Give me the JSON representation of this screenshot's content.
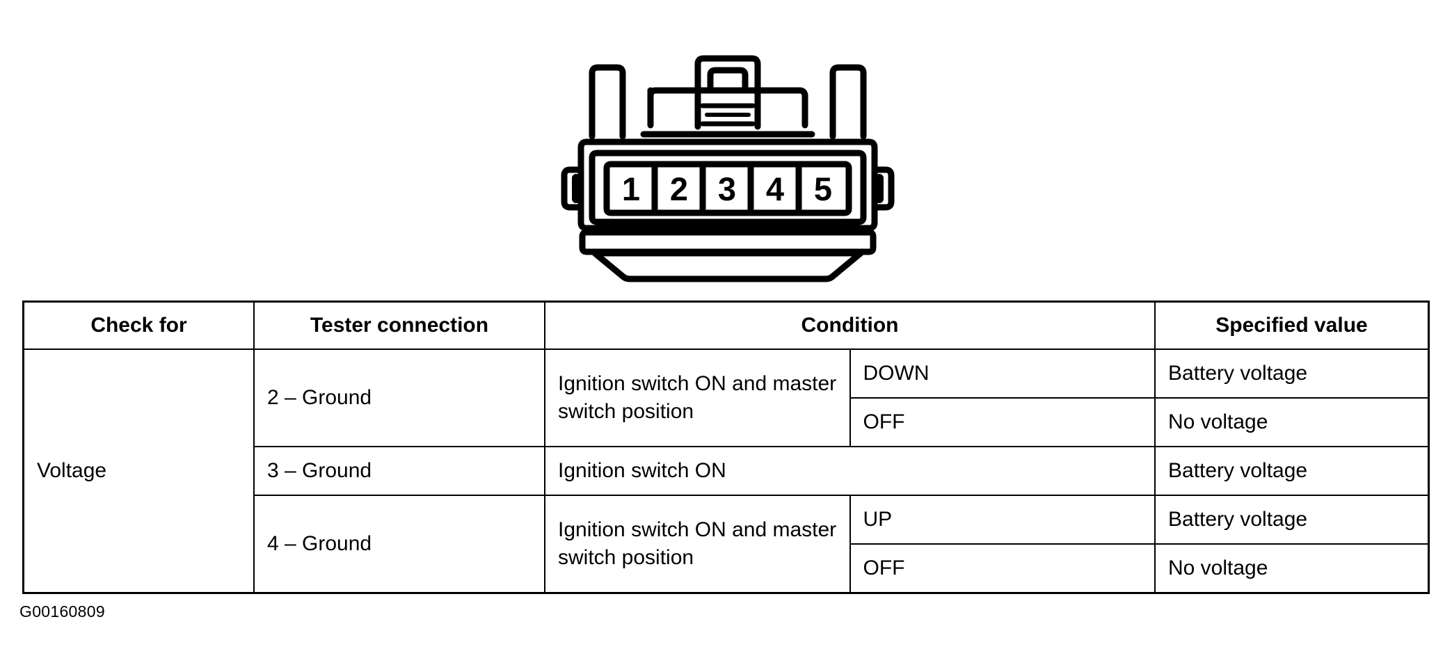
{
  "figure": {
    "name": "5-pin electrical connector terminal view",
    "pins": [
      "1",
      "2",
      "3",
      "4",
      "5"
    ],
    "code": "G00160809"
  },
  "table": {
    "headers": {
      "check_for": "Check for",
      "tester_connection": "Tester connection",
      "condition": "Condition",
      "specified_value": "Specified value"
    },
    "check_for_value": "Voltage",
    "rows": [
      {
        "tester_connection": "2  –  Ground",
        "condition_main": "Ignition switch ON and master switch position",
        "sub_rows": [
          {
            "condition_sub": "DOWN",
            "specified_value": "Battery voltage"
          },
          {
            "condition_sub": "OFF",
            "specified_value": "No voltage"
          }
        ]
      },
      {
        "tester_connection": "3  –  Ground",
        "condition_main": "Ignition switch ON",
        "sub_rows": [
          {
            "condition_sub": "",
            "specified_value": "Battery voltage"
          }
        ]
      },
      {
        "tester_connection": "4  –  Ground",
        "condition_main": "Ignition switch ON and master switch position",
        "sub_rows": [
          {
            "condition_sub": "UP",
            "specified_value": "Battery voltage"
          },
          {
            "condition_sub": "OFF",
            "specified_value": "No voltage"
          }
        ]
      }
    ]
  },
  "colors": {
    "ink": "#000000",
    "paper": "#ffffff"
  }
}
